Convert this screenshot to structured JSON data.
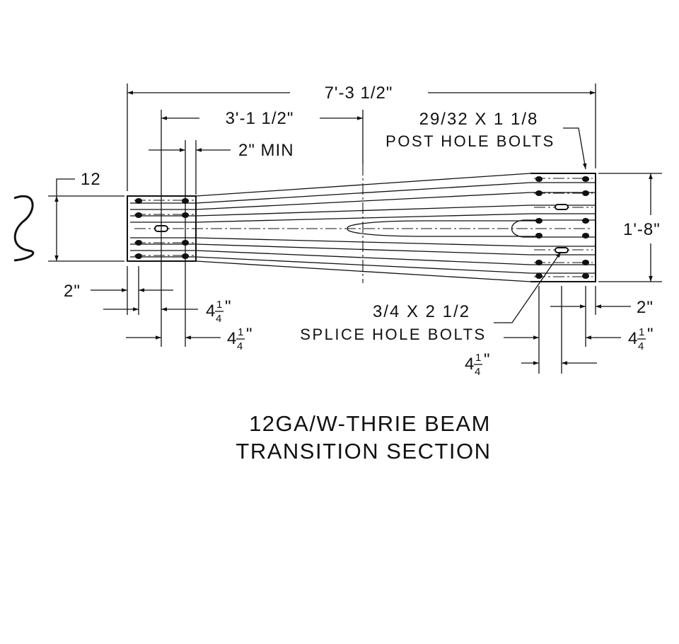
{
  "title": {
    "line1": "12GA/W-THRIE BEAM",
    "line2": "TRANSITION SECTION"
  },
  "dimensions": {
    "overall_length": "7'-3 1/2\"",
    "taper_length": "3'-1 1/2\"",
    "min_spacing": "2\" MIN",
    "w_depth": "12",
    "thrie_depth": "1'-8\"",
    "left_edge": "2\"",
    "right_edge": "2\"",
    "spacing_whole": "4",
    "spacing_num": "1",
    "spacing_den": "4",
    "inch_mark": "\""
  },
  "callouts": {
    "post_bolts_size": "29/32 X 1 1/8",
    "post_bolts_label": "POST HOLE BOLTS",
    "splice_bolts_size": "3/4 X 2 1/2",
    "splice_bolts_label": "SPLICE HOLE BOLTS"
  },
  "colors": {
    "ink": "#111111",
    "paper": "#ffffff"
  }
}
